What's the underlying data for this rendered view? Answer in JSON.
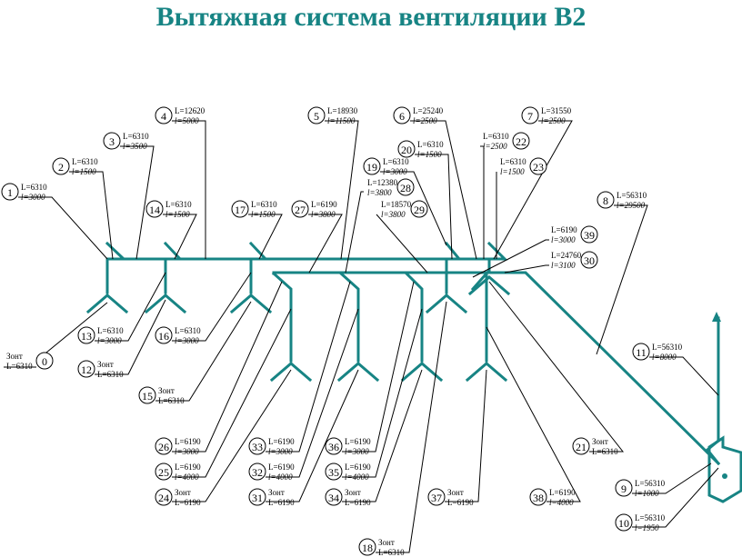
{
  "title": "Вытяжная система вентиляции В2",
  "colors": {
    "duct": "#178484",
    "title": "#178484",
    "line": "#000000"
  },
  "nodes": [
    {
      "n": "0",
      "top": "Зонт",
      "bot": "L=6310"
    },
    {
      "n": "1",
      "top": "L=6310",
      "bot": "l=3000"
    },
    {
      "n": "2",
      "top": "L=6310",
      "bot": "l=1500"
    },
    {
      "n": "3",
      "top": "L=6310",
      "bot": "l=3500"
    },
    {
      "n": "4",
      "top": "L=12620",
      "bot": "l=5000"
    },
    {
      "n": "5",
      "top": "L=18930",
      "bot": "l=11500"
    },
    {
      "n": "6",
      "top": "L=25240",
      "bot": "l=2500"
    },
    {
      "n": "7",
      "top": "L=31550",
      "bot": "l=2500"
    },
    {
      "n": "8",
      "top": "L=56310",
      "bot": "l=29500"
    },
    {
      "n": "9",
      "top": "L=56310",
      "bot": "l=1000"
    },
    {
      "n": "10",
      "top": "L=56310",
      "bot": "l=1950"
    },
    {
      "n": "11",
      "top": "L=56310",
      "bot": "l=8000"
    },
    {
      "n": "12",
      "top": "Зонт",
      "bot": "L=6310"
    },
    {
      "n": "13",
      "top": "L=6310",
      "bot": "l=3000"
    },
    {
      "n": "14",
      "top": "L=6310",
      "bot": "l=1500"
    },
    {
      "n": "15",
      "top": "Зонт",
      "bot": "L=6310"
    },
    {
      "n": "16",
      "top": "L=6310",
      "bot": "l=3000"
    },
    {
      "n": "17",
      "top": "L=6310",
      "bot": "l=1500"
    },
    {
      "n": "18",
      "top": "Зонт",
      "bot": "L=6310"
    },
    {
      "n": "19",
      "top": "L=6310",
      "bot": "l=3000"
    },
    {
      "n": "20",
      "top": "L=6310",
      "bot": "l=1500"
    },
    {
      "n": "21",
      "top": "Зонт",
      "bot": "L=6310"
    },
    {
      "n": "22",
      "top": "L=6310",
      "bot": "l=2500"
    },
    {
      "n": "23",
      "top": "L=6310",
      "bot": "l=1500"
    },
    {
      "n": "24",
      "top": "Зонт",
      "bot": "L=6190"
    },
    {
      "n": "25",
      "top": "L=6190",
      "bot": "l=4000"
    },
    {
      "n": "26",
      "top": "L=6190",
      "bot": "l=3000"
    },
    {
      "n": "27",
      "top": "L=6190",
      "bot": "l=3800"
    },
    {
      "n": "28",
      "top": "L=12380",
      "bot": "l=3800"
    },
    {
      "n": "29",
      "top": "L=18570",
      "bot": "l=3800"
    },
    {
      "n": "30",
      "top": "L=24760",
      "bot": "l=3100"
    },
    {
      "n": "31",
      "top": "Зонт",
      "bot": "L=6190"
    },
    {
      "n": "32",
      "top": "L=6190",
      "bot": "l=4000"
    },
    {
      "n": "33",
      "top": "L=6190",
      "bot": "l=3000"
    },
    {
      "n": "34",
      "top": "Зонт",
      "bot": "L=6190"
    },
    {
      "n": "35",
      "top": "L=6190",
      "bot": "l=4000"
    },
    {
      "n": "36",
      "top": "L=6190",
      "bot": "l=3000"
    },
    {
      "n": "37",
      "top": "Зонт",
      "bot": "L=6190"
    },
    {
      "n": "38",
      "top": "L=6190",
      "bot": "l=4000"
    },
    {
      "n": "39",
      "top": "L=6190",
      "bot": "l=3000"
    }
  ]
}
